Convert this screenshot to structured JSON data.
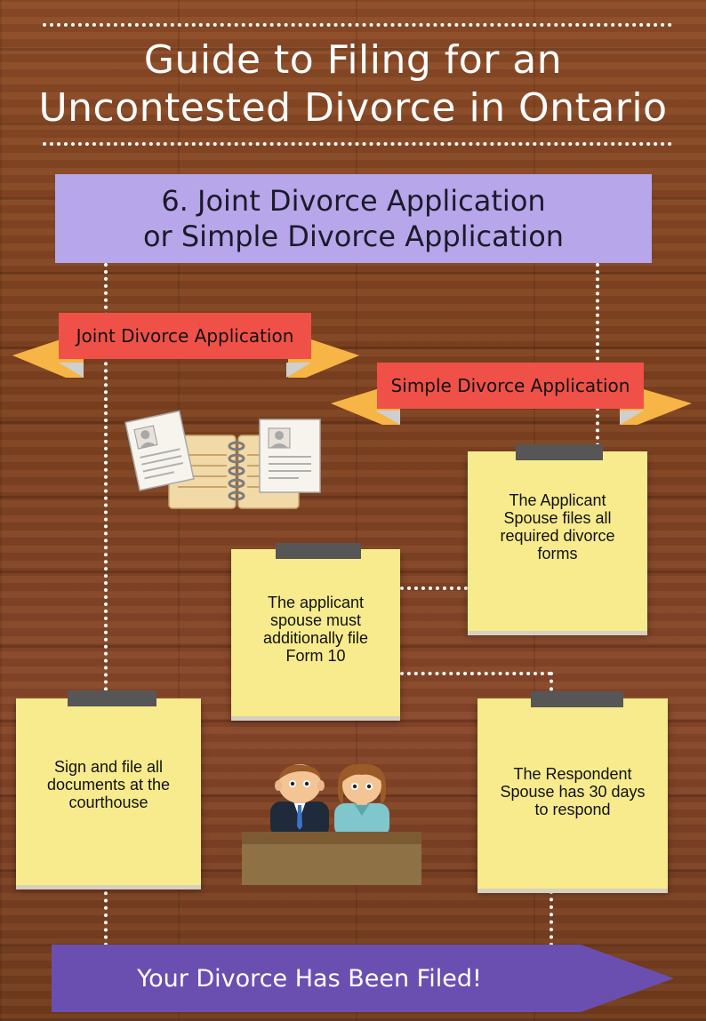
{
  "title": {
    "line1": "Guide to Filing for an",
    "line2": "Uncontested Divorce in Ontario"
  },
  "step": {
    "line1": "6. Joint Divorce Application",
    "line2": "or Simple Divorce Application"
  },
  "ribbons": {
    "joint": "Joint Divorce Application",
    "simple": "Simple Divorce Application"
  },
  "notes": {
    "applicant_files": "The Applicant Spouse files all required divorce forms",
    "form10": "The applicant spouse must additionally file Form 10",
    "sign_file": "Sign and file all documents at the courthouse",
    "respondent": "The Respondent Spouse has 30 days to respond"
  },
  "final_banner": "Your Divorce Has Been Filed!",
  "colors": {
    "step_box": "#b7a6ea",
    "ribbon": "#ef5148",
    "ribbon_tail": "#f6b544",
    "sticky_note": "#f7eb8d",
    "banner": "#6a4fb0"
  },
  "icons": [
    "documents-icon",
    "notebook-icon",
    "businessman-icon",
    "businesswoman-icon",
    "desk-icon"
  ]
}
